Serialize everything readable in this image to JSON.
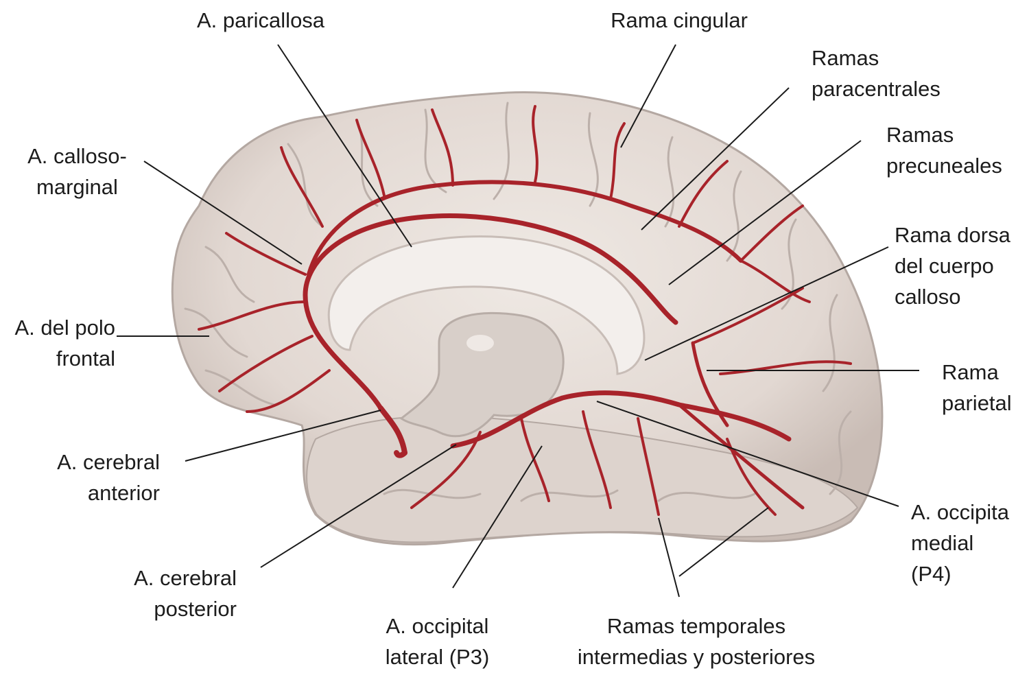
{
  "colors": {
    "artery": "#a8232a",
    "brain_fill": "#e4dcd6",
    "brain_shadow": "#b9aca6",
    "leader": "#1a1a1a",
    "text": "#1c1c1c"
  },
  "labels": {
    "paricallosa": [
      "A. paricallosa"
    ],
    "cingular": [
      "Rama cingular"
    ],
    "paracentrales": [
      "Ramas",
      "paracentrales"
    ],
    "precuneales": [
      "Ramas",
      "precuneales"
    ],
    "dorsal": [
      "Rama dorsa",
      "del cuerpo",
      "calloso"
    ],
    "callosomarginal": [
      "A. calloso-",
      "marginal"
    ],
    "polofrontal": [
      "A. del polo",
      "frontal"
    ],
    "parietal": [
      "Rama",
      "parietal"
    ],
    "cerebralanterior": [
      "A. cerebral",
      "anterior"
    ],
    "occipitalmedial": [
      "A. occipita",
      "medial",
      "(P4)"
    ],
    "cerebralposterior": [
      "A. cerebral",
      "posterior"
    ],
    "occipitallateral": [
      "A. occipital",
      "lateral (P3)"
    ],
    "temporales": [
      "Ramas temporales",
      "intermedias y posteriores"
    ]
  }
}
